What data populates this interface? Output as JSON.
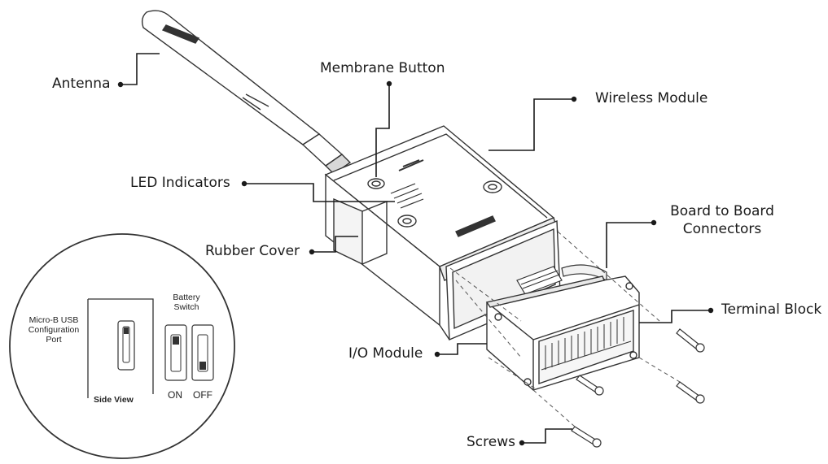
{
  "labels": {
    "antenna": "Antenna",
    "membrane_button": "Membrane Button",
    "wireless_module": "Wireless Module",
    "led_indicators": "LED Indicators",
    "board_to_board_line1": "Board to Board",
    "board_to_board_line2": "Connectors",
    "rubber_cover": "Rubber Cover",
    "terminal_block": "Terminal Block",
    "io_module": "I/O Module",
    "screws": "Screws"
  },
  "inset": {
    "usb_port_line1": "Micro-B USB",
    "usb_port_line2": "Configuration",
    "usb_port_line3": "Port",
    "battery_line1": "Battery",
    "battery_line2": "Switch",
    "side_view": "Side View",
    "on": "ON",
    "off": "OFF"
  },
  "colors": {
    "line": "#1a1a1a",
    "outline": "#333333",
    "shade": "#e6e6e6",
    "background": "#ffffff"
  }
}
